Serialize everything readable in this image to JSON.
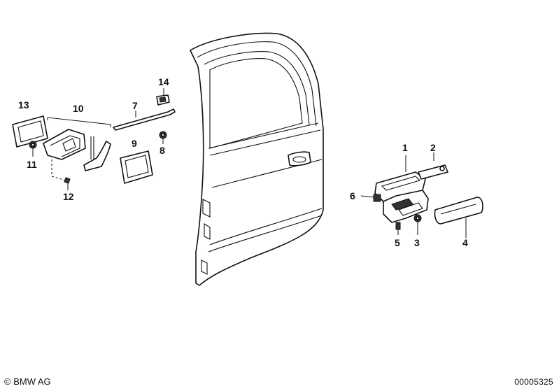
{
  "diagram": {
    "callouts": [
      "1",
      "2",
      "3",
      "4",
      "5",
      "6",
      "7",
      "8",
      "9",
      "10",
      "11",
      "12",
      "13",
      "14"
    ]
  },
  "footer": {
    "copyright": "© BMW AG",
    "drawing_number": "00005325"
  }
}
